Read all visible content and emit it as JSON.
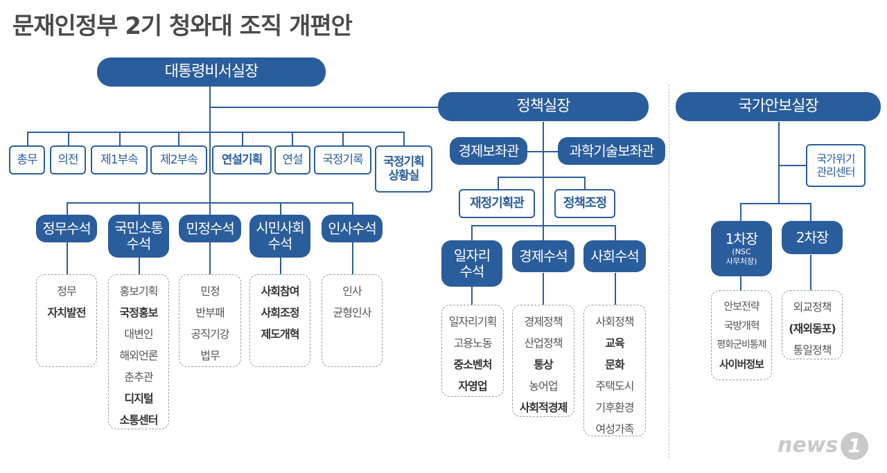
{
  "title": "문재인정부 2기 청와대 조직 개편안",
  "chief_of_staff": "대통령비서실장",
  "policy_chief": "정책실장",
  "national_security_chief": "국가안보실장",
  "staff_offices": [
    "총무",
    "의전",
    "제1부속",
    "제2부속",
    "연설기획",
    "연설",
    "국정기록",
    "국정기획\n상황실"
  ],
  "senior_secretaries": [
    {
      "label": "정무수석",
      "items": [
        {
          "t": "정무",
          "b": false
        },
        {
          "t": "자치발전",
          "b": true
        }
      ]
    },
    {
      "label": "국민소통\n수석",
      "items": [
        {
          "t": "홍보기획",
          "b": false
        },
        {
          "t": "국정홍보",
          "b": true
        },
        {
          "t": "대변인",
          "b": false
        },
        {
          "t": "해외언론",
          "b": false
        },
        {
          "t": "춘추관",
          "b": false
        },
        {
          "t": "디지털",
          "b": true
        },
        {
          "t": "소통센터",
          "b": true
        }
      ]
    },
    {
      "label": "민정수석",
      "items": [
        {
          "t": "민정",
          "b": false
        },
        {
          "t": "반부패",
          "b": false
        },
        {
          "t": "공직기강",
          "b": false
        },
        {
          "t": "법무",
          "b": false
        }
      ]
    },
    {
      "label": "시민사회\n수석",
      "items": [
        {
          "t": "사회참여",
          "b": true
        },
        {
          "t": "사회조정",
          "b": true
        },
        {
          "t": "제도개혁",
          "b": true
        }
      ]
    },
    {
      "label": "인사수석",
      "items": [
        {
          "t": "인사",
          "b": false
        },
        {
          "t": "균형인사",
          "b": false
        }
      ]
    }
  ],
  "policy": {
    "economic_advisor": "경제보좌관",
    "science_advisor": "과학기술보좌관",
    "fiscal_planning": "재정기획관",
    "policy_coordination": "정책조정",
    "secretaries": [
      {
        "label": "일자리\n수석",
        "items": [
          {
            "t": "일자리기획",
            "b": false
          },
          {
            "t": "고용노동",
            "b": false
          },
          {
            "t": "중소벤처",
            "b": true
          },
          {
            "t": "자영업",
            "b": true
          }
        ]
      },
      {
        "label": "경제수석",
        "items": [
          {
            "t": "경제정책",
            "b": false
          },
          {
            "t": "산업정책",
            "b": false
          },
          {
            "t": "통상",
            "b": true
          },
          {
            "t": "농어업",
            "b": false
          },
          {
            "t": "사회적경제",
            "b": true
          }
        ]
      },
      {
        "label": "사회수석",
        "items": [
          {
            "t": "사회정책",
            "b": false
          },
          {
            "t": "교육",
            "b": true
          },
          {
            "t": "문화",
            "b": true
          },
          {
            "t": "주택도시",
            "b": false
          },
          {
            "t": "기후환경",
            "b": false
          },
          {
            "t": "여성가족",
            "b": false
          }
        ]
      }
    ]
  },
  "security": {
    "crisis_center": "국가위기\n관리센터",
    "first_deputy": "1차장",
    "first_deputy_note": "(NSC\n사무처장)",
    "second_deputy": "2차장",
    "deputies": [
      {
        "items": [
          {
            "t": "안보전략",
            "b": false
          },
          {
            "t": "국방개혁",
            "b": false
          },
          {
            "t": "평화군비통제",
            "b": false
          },
          {
            "t": "사이버정보",
            "b": true
          }
        ]
      },
      {
        "items": [
          {
            "t": "외교정책",
            "b": false
          },
          {
            "t": "(재외동포)",
            "b": true
          },
          {
            "t": "통일정책",
            "b": false
          }
        ]
      }
    ]
  },
  "logo": {
    "text": "news",
    "mark": "1"
  },
  "colors": {
    "primary": "#2a5d9c",
    "dash": "#9a9a9a"
  }
}
